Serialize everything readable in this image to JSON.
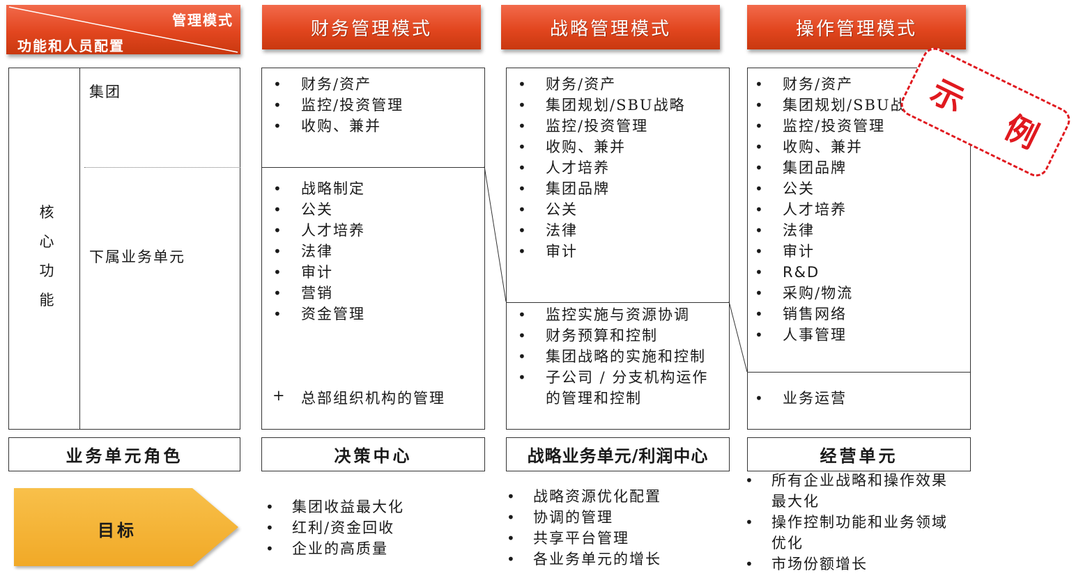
{
  "corner_header": {
    "top_right": "管理模式",
    "bottom_left": "功能和人员配置"
  },
  "columns": [
    {
      "title": "财务管理模式"
    },
    {
      "title": "战略管理模式"
    },
    {
      "title": "操作管理模式"
    }
  ],
  "left_panel": {
    "side_label": [
      "核",
      "心",
      "功",
      "能"
    ],
    "group_label": "集团",
    "unit_label": "下属业务单元"
  },
  "financial": {
    "group_items": [
      "财务/资产",
      "监控/投资管理",
      "收购、兼并"
    ],
    "unit_items": [
      "战略制定",
      "公关",
      "人才培养",
      "法律",
      "审计",
      "营销",
      "资金管理"
    ],
    "plus_mark": "+",
    "plus_item": "总部组织机构的管理"
  },
  "strategic": {
    "group_items": [
      "财务/资产",
      "集团规划/SBU战略",
      "监控/投资管理",
      "收购、兼并",
      "人才培养",
      "集团品牌",
      "公关",
      "法律",
      "审计"
    ],
    "unit_items": [
      "监控实施与资源协调",
      "财务预算和控制",
      "集团战略的实施和控制",
      "子公司 / 分支机构运作的管理和控制"
    ]
  },
  "operational": {
    "group_items": [
      "财务/资产",
      "集团规划/SBU战略",
      "监控/投资管理",
      "收购、兼并",
      "集团品牌",
      "公关",
      "人才培养",
      "法律",
      "审计",
      "R&D",
      "采购/物流",
      "销售网络",
      "人事管理"
    ],
    "unit_items": [
      "业务运营"
    ]
  },
  "stamp": {
    "text": "示 例",
    "color": "#e0191f"
  },
  "roles": {
    "label": "业务单元角色",
    "values": [
      "决策中心",
      "战略业务单元/利润中心",
      "经营单元"
    ]
  },
  "goals": {
    "label": "目标",
    "financial": [
      "集团收益最大化",
      "红利/资金回收",
      "企业的高质量"
    ],
    "strategic": [
      "战略资源优化配置",
      "协调的管理",
      "共享平台管理",
      "各业务单元的增长"
    ],
    "operational": [
      "所有企业战略和操作效果最大化",
      "操作控制功能和业务领域优化",
      "市场份额增长"
    ]
  },
  "colors": {
    "header": "#e2461f",
    "goal_arrow": "#f5b335",
    "stamp": "#e0191f"
  }
}
